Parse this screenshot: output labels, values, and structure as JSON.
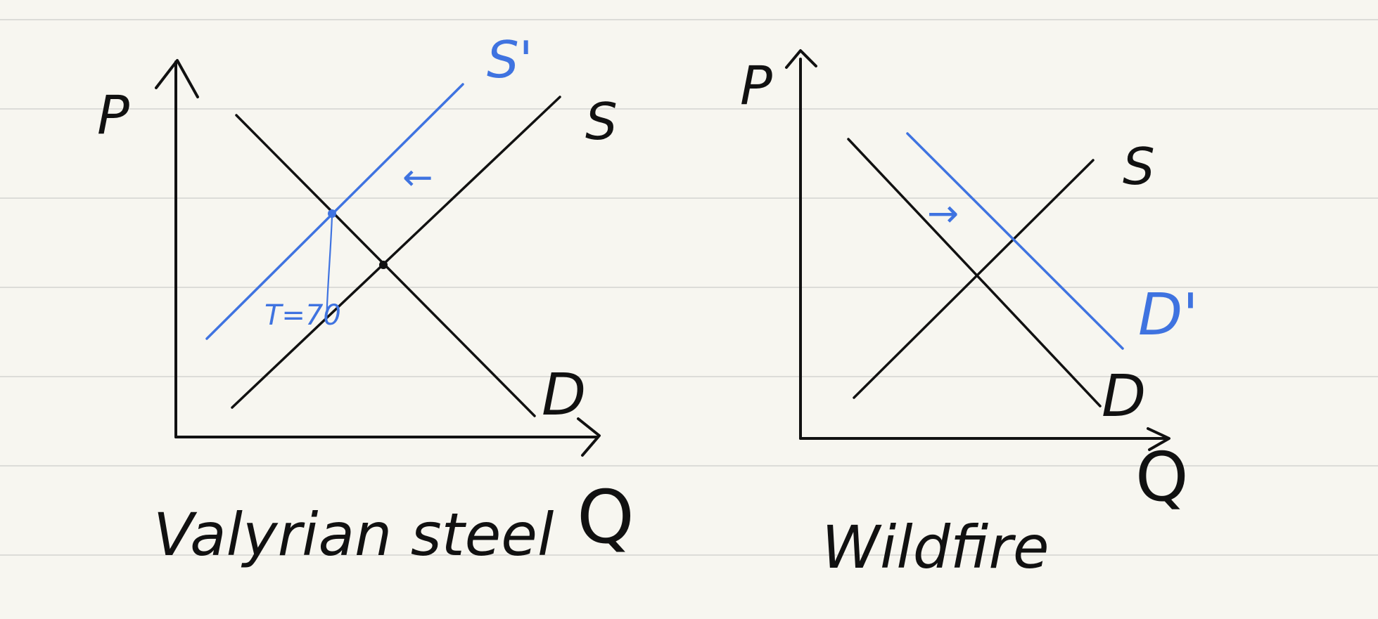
{
  "colors": {
    "paper": "#f7f6f0",
    "ruled_line": "#d4d3cf",
    "ink": "#111111",
    "highlight": "#3f73e0"
  },
  "left_diagram": {
    "title": "Valyrian steel",
    "y_axis_label": "P",
    "x_axis_label": "Q",
    "supply_label": "S",
    "new_supply_label": "S'",
    "demand_label": "D",
    "tax_label": "T=70",
    "shift_arrow": "←"
  },
  "right_diagram": {
    "title": "Wildfire",
    "y_axis_label": "P",
    "x_axis_label": "Q",
    "supply_label": "S",
    "demand_label": "D",
    "new_demand_label": "D'",
    "shift_arrow": "→"
  }
}
